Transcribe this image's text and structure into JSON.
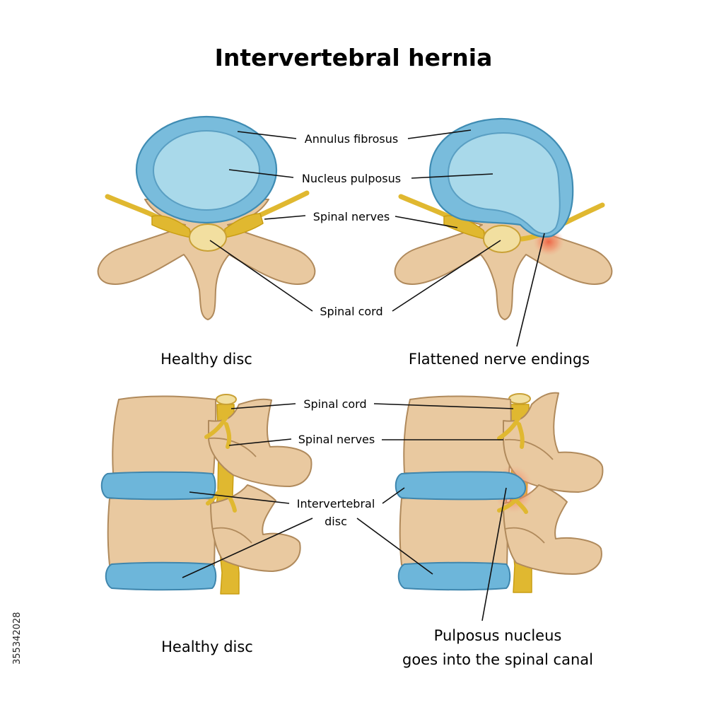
{
  "title": "Intervertebral hernia",
  "top_labels": {
    "annulus": "Annulus fibrosus",
    "nucleus": "Nucleus pulposus",
    "nerves": "Spinal nerves",
    "cord": "Spinal cord"
  },
  "top_captions": {
    "left": "Healthy disc",
    "right": "Flattened nerve endings"
  },
  "bottom_labels": {
    "cord": "Spinal cord",
    "nerves": "Spinal nerves",
    "disc_line1": "Intervertebral",
    "disc_line2": "disc"
  },
  "bottom_captions": {
    "left": "Healthy disc",
    "right_line1": "Pulposus nucleus",
    "right_line2": "goes into the spinal canal"
  },
  "watermark_id": "355342028",
  "colors": {
    "bone": "#e9c9a0",
    "disc": "#6db6da",
    "nucleus": "#a9d9ea",
    "nerve": "#e0b830",
    "inflammation": "#ef6a4a"
  }
}
